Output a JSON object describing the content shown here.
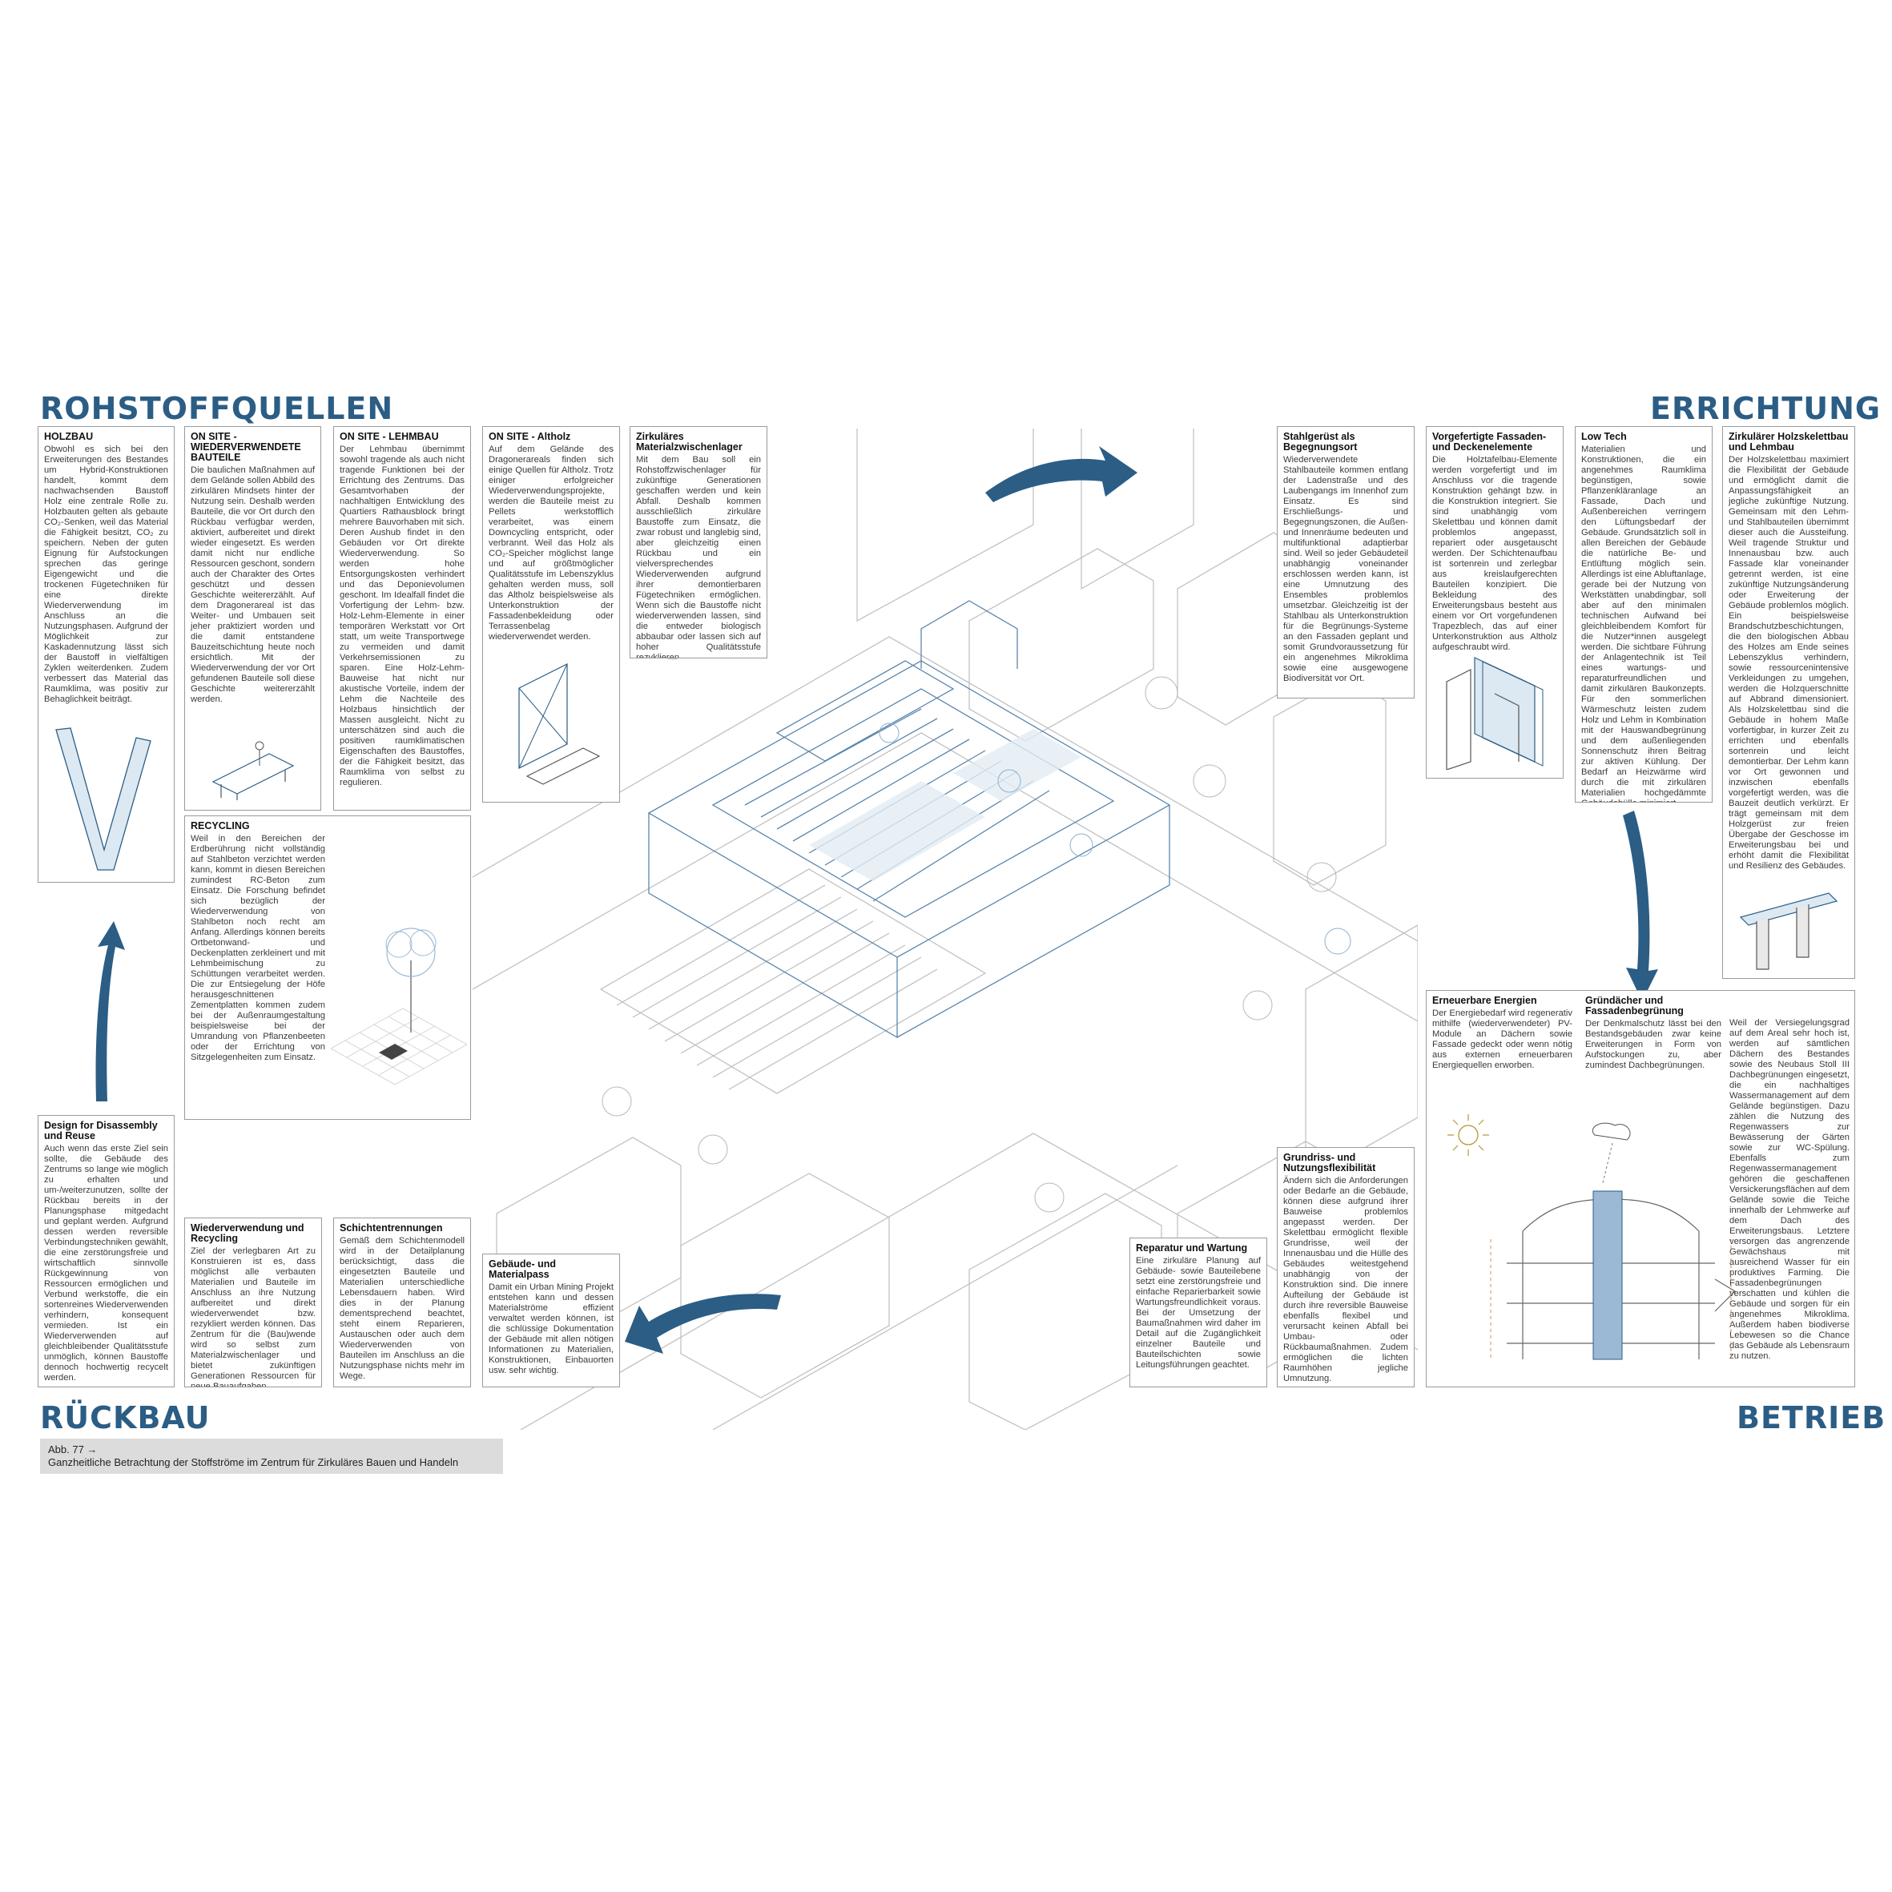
{
  "colors": {
    "accent": "#2b5d85",
    "light_blue": "#9bb9d4",
    "line": "#9a9a9a"
  },
  "headers": {
    "rohstoffquellen": "ROHSTOFFQUELLEN",
    "errichtung": "ERRICHTUNG",
    "rueckbau": "RÜCKBAU",
    "betrieb": "BETRIEB"
  },
  "boxes": {
    "holzbau": {
      "title": "HOLZBAU",
      "text": "Obwohl es sich bei den Erweiterungen des Bestandes um Hybrid-Konstruktionen handelt, kommt dem nachwachsenden Baustoff Holz eine zentrale Rolle zu. Holzbauten gelten als gebaute CO₂-Senken, weil das Material die Fähigkeit besitzt, CO₂ zu speichern. Neben der guten Eignung für Aufstockungen sprechen das geringe Eigengewicht und die trockenen Fügetechniken für eine direkte Wiederverwendung im Anschluss an die Nutzungsphasen. Aufgrund der Möglichkeit zur Kaskadennutzung lässt sich der Baustoff in vielfältigen Zyklen weiterdenken. Zudem verbessert das Material das Raumklima, was positiv zur Behaglichkeit beiträgt."
    },
    "wiederverwendete": {
      "title": "ON SITE - WIEDERVERWENDETE BAUTEILE",
      "text": "Die baulichen Maßnahmen auf dem Gelände sollen Abbild des zirkulären Mindsets hinter der Nutzung sein. Deshalb werden Bauteile, die vor Ort durch den Rückbau verfügbar werden, aktiviert, aufbereitet und direkt wieder eingesetzt. Es werden damit nicht nur endliche Ressourcen geschont, sondern auch der Charakter des Ortes geschützt und dessen Geschichte weitererzählt. Auf dem Dragonerareal ist das Weiter- und Umbauen seit jeher praktiziert worden und die damit entstandene Bauzeitschichtung heute noch ersichtlich. Mit der Wiederverwendung der vor Ort gefundenen Bauteile soll diese Geschichte weitererzählt werden."
    },
    "lehmbau": {
      "title": "ON SITE - LEHMBAU",
      "text": "Der Lehmbau übernimmt sowohl tragende als auch nicht tragende Funktionen bei der Errichtung des Zentrums. Das Gesamtvorhaben der nachhaltigen Entwicklung des Quartiers Rathausblock bringt mehrere Bauvorhaben mit sich. Deren Aushub findet in den Gebäuden vor Ort direkte Wiederverwendung. So werden hohe Entsorgungskosten verhindert und das Deponievolumen geschont. Im Idealfall findet die Vorfertigung der Lehm- bzw. Holz-Lehm-Elemente in einer temporären Werkstatt vor Ort statt, um weite Transportwege zu vermeiden und damit Verkehrsemissionen zu sparen. Eine Holz-Lehm-Bauweise hat nicht nur akustische Vorteile, indem der Lehm die Nachteile des Holzbaus hinsichtlich der Massen ausgleicht. Nicht zu unterschätzen sind auch die positiven raumklimatischen Eigenschaften des Baustoffes, der die Fähigkeit besitzt, das Raumklima von selbst zu regulieren."
    },
    "altholz": {
      "title": "ON SITE - Altholz",
      "text": "Auf dem Gelände des Dragonerareals finden sich einige Quellen für Altholz. Trotz einiger erfolgreicher Wiederverwendungsprojekte, werden die Bauteile meist zu Pellets werkstofflich verarbeitet, was einem Downcycling entspricht, oder verbrannt. Weil das Holz als CO₂-Speicher möglichst lange und auf größtmöglicher Qualitätsstufe im Lebenszyklus gehalten werden muss, soll das Altholz beispielsweise als Unterkonstruktion der Fassadenbekleidung oder Terrassenbelag wiederverwendet werden."
    },
    "materialzwischenlager": {
      "title": "Zirkuläres Materialzwischenlager",
      "text": "Mit dem Bau soll ein Rohstoffzwischenlager für zukünftige Generationen geschaffen werden und kein Abfall. Deshalb kommen ausschließlich zirkuläre Baustoffe zum Einsatz, die zwar robust und langlebig sind, aber gleichzeitig einen Rückbau und ein vielversprechendes Wiederverwenden aufgrund ihrer demontierbaren Fügetechniken ermöglichen. Wenn sich die Baustoffe nicht wiederverwenden lassen, sind die entweder biologisch abbaubar oder lassen sich auf hoher Qualitätsstufe rezyklieren."
    },
    "recycling": {
      "title": "RECYCLING",
      "text": "Weil in den Bereichen der Erdberührung nicht vollständig auf Stahlbeton verzichtet werden kann, kommt in diesen Bereichen zumindest RC-Beton zum Einsatz. Die Forschung befindet sich bezüglich der Wiederverwendung von Stahlbeton noch recht am Anfang. Allerdings können bereits Ortbetonwand- und Deckenplatten zerkleinert und mit Lehmbeimischung zu Schüttungen verarbeitet werden. Die zur Entsiegelung der Höfe herausgeschnittenen Zementplatten kommen zudem bei der Außenraumgestaltung beispielsweise bei der Umrandung von Pflanzenbeeten oder der Errichtung von Sitzgelegenheiten zum Einsatz."
    },
    "stahlgeruest": {
      "title": "Stahlgerüst als Begegnungsort",
      "text": "Wiederverwendete Stahlbauteile kommen entlang der Ladenstraße und des Laubengangs im Innenhof zum Einsatz. Es sind Erschließungs- und Begegnungszonen, die Außen- und Innenräume bedeuten und multifunktional adaptierbar sind. Weil so jeder Gebäudeteil unabhängig voneinander erschlossen werden kann, ist eine Umnutzung des Ensembles problemlos umsetzbar. Gleichzeitig ist der Stahlbau als Unterkonstruktion für die Begrünungs-Systeme an den Fassaden geplant und somit Grundvoraussetzung für ein angenehmes Mikroklima sowie eine ausgewogene Biodiversität vor Ort."
    },
    "vorgefertigte": {
      "title": "Vorgefertigte Fassaden- und Deckenelemente",
      "text": "Die Holztafelbau-Elemente werden vorgefertigt und im Anschluss vor die tragende Konstruktion gehängt bzw. in die Konstruktion integriert. Sie sind unabhängig vom Skelettbau und können damit problemlos angepasst, repariert oder ausgetauscht werden. Der Schichtenaufbau ist sortenrein und zerlegbar aus kreislaufgerechten Bauteilen konzipiert. Die Bekleidung des Erweiterungsbaus besteht aus einem vor Ort vorgefundenen Trapezblech, das auf einer Unterkonstruktion aus Altholz aufgeschraubt wird."
    },
    "lowtech": {
      "title": "Low Tech",
      "text": "Materialien und Konstruktionen, die ein angenehmes Raumklima begünstigen, sowie Pflanzenkläranlage an Fassade, Dach und Außenbereichen verringern den Lüftungsbedarf der Gebäude. Grundsätzlich soll in allen Bereichen der Gebäude die natürliche Be- und Entlüftung möglich sein. Allerdings ist eine Abluftanlage, gerade bei der Nutzung von Werkstätten unabdingbar, soll aber auf den minimalen technischen Aufwand bei gleichbleibendem Komfort für die Nutzer*innen ausgelegt werden. Die sichtbare Führung der Anlagentechnik ist Teil eines wartungs- und reparaturfreundlichen und damit zirkulären Baukonzepts. Für den sommerlichen Wärmeschutz leisten zudem Holz und Lehm in Kombination mit der Hauswandbegrünung und dem außenliegenden Sonnenschutz ihren Beitrag zur aktiven Kühlung. Der Bedarf an Heizwärme wird durch die mit zirkulären Materialien hochgedämmte Gebäudehülle minimiert."
    },
    "holzskelett": {
      "title": "Zirkulärer Holzskelettbau und Lehmbau",
      "text": "Der Holzskelettbau maximiert die Flexibilität der Gebäude und ermöglicht damit die Anpassungsfähigkeit an jegliche zukünftige Nutzung. Gemeinsam mit den Lehm- und Stahlbauteilen übernimmt dieser auch die Aussteifung. Weil tragende Struktur und Innenausbau bzw. auch Fassade klar voneinander getrennt werden, ist eine zukünftige Nutzungsänderung oder Erweiterung der Gebäude problemlos möglich. Ein beispielsweise Brandschutzbeschichtungen, die den biologischen Abbau des Holzes am Ende seines Lebenszyklus verhindern, sowie ressourcenintensive Verkleidungen zu umgehen, werden die Holzquerschnitte auf Abbrand dimensioniert. Als Holzskelettbau sind die Gebäude in hohem Maße vorfertigbar, in kurzer Zeit zu errichten und ebenfalls sortenrein und leicht demontierbar. Der Lehm kann vor Ort gewonnen und inzwischen ebenfalls vorgefertigt werden, was die Bauzeit deutlich verkürzt. Er trägt gemeinsam mit dem Holzgerüst zur freien Übergabe der Geschosse im Erweiterungsbau bei und erhöht damit die Flexibilität und Resilienz des Gebäudes."
    },
    "disassembly": {
      "title": "Design for Disassembly und Reuse",
      "text": "Auch wenn das erste Ziel sein sollte, die Gebäude des Zentrums so lange wie möglich zu erhalten und um-/weiterzunutzen, sollte der Rückbau bereits in der Planungsphase mitgedacht und geplant werden. Aufgrund dessen werden reversible Verbindungstechniken gewählt, die eine zerstörungsfreie und wirtschaftlich sinnvolle Rückgewinnung von Ressourcen ermöglichen und Verbund werkstoffe, die ein sortenreines Wiederverwenden verhindern, konsequent vermieden. Ist ein Wiederverwenden auf gleichbleibender Qualitätsstufe unmöglich, können Baustoffe dennoch hochwertig recycelt werden."
    },
    "wiederverwendung": {
      "title": "Wiederverwendung und Recycling",
      "text": "Ziel der verlegbaren Art zu Konstruieren ist es, dass möglichst alle verbauten Materialien und Bauteile im Anschluss an ihre Nutzung aufbereitet und direkt wiederverwendet bzw. rezykliert werden können. Das Zentrum für die (Bau)wende wird so selbst zum Materialzwischenlager und bietet zukünftigen Generationen Ressourcen für neue Bauaufgaben."
    },
    "schichten": {
      "title": "Schichtentrennungen",
      "text": "Gemäß dem Schichtenmodell wird in der Detailplanung berücksichtigt, dass die eingesetzten Bauteile und Materialien unterschiedliche Lebensdauern haben. Wird dies in der Planung dementsprechend beachtet, steht einem Reparieren, Austauschen oder auch dem Wiederverwenden von Bauteilen im Anschluss an die Nutzungsphase nichts mehr im Wege."
    },
    "materialpass": {
      "title": "Gebäude- und Materialpass",
      "text": "Damit ein Urban Mining Projekt entstehen kann und dessen Materialströme effizient verwaltet werden können, ist die schlüssige Dokumentation der Gebäude mit allen nötigen Informationen zu Materialien, Konstruktionen, Einbauorten usw. sehr wichtig."
    },
    "reparatur": {
      "title": "Reparatur und Wartung",
      "text": "Eine zirkuläre Planung auf Gebäude- sowie Bauteilebene setzt eine zerstörungsfreie und einfache Reparierbarkeit sowie Wartungsfreundlichkeit voraus. Bei der Umsetzung der Baumaßnahmen wird daher im Detail auf die Zugänglichkeit einzelner Bauteile und Bauteilschichten sowie Leitungsführungen geachtet."
    },
    "grundriss": {
      "title": "Grundriss- und Nutzungsflexibilität",
      "text": "Ändern sich die Anforderungen oder Bedarfe an die Gebäude, können diese aufgrund ihrer Bauweise problemlos angepasst werden. Der Skelettbau ermöglicht flexible Grundrisse, weil der Innenausbau und die Hülle des Gebäudes weitestgehend unabhängig von der Konstruktion sind. Die innere Aufteilung der Gebäude ist durch ihre reversible Bauweise ebenfalls flexibel und verursacht keinen Abfall bei Umbau- oder Rückbaumaßnahmen. Zudem ermöglichen die lichten Raumhöhen jegliche Umnutzung."
    },
    "energien": {
      "title": "Erneuerbare Energien",
      "text": "Der Energiebedarf wird regenerativ mithilfe (wiederverwendeter) PV-Module an Dächern sowie Fassade gedeckt oder wenn nötig aus externen erneuerbaren Energiequellen erworben."
    },
    "gruendaecher": {
      "title": "Gründächer und Fassadenbegrünung",
      "text": "Der Denkmalschutz lässt bei den Bestandsgebäuden zwar keine Erweiterungen in Form von Aufstockungen zu, aber zumindest Dachbegrünungen."
    },
    "wasser": {
      "text": "Weil der Versiegelungsgrad auf dem Areal sehr hoch ist, werden auf sämtlichen Dächern des Bestandes sowie des Neubaus Stoll III Dachbegrünungen eingesetzt, die ein nachhaltiges Wassermanagement auf dem Gelände begünstigen. Dazu zählen die Nutzung des Regenwassers zur Bewässerung der Gärten sowie zur WC-Spülung. Ebenfalls zum Regenwassermanagement gehören die geschaffenen Versickerungsflächen auf dem Gelände sowie die Teiche innerhalb der Lehmwerke auf dem Dach des Erweiterungsbaus. Letztere versorgen das angrenzende Gewächshaus mit ausreichend Wasser für ein produktives Farming. Die Fassadenbegrünungen verschatten und kühlen die Gebäude und sorgen für ein angenehmes Mikroklima. Außerdem haben biodiverse Lebewesen so die Chance das Gebäude als Lebensraum zu nutzen."
    }
  },
  "caption": {
    "line1": "Abb. 77 →",
    "line2": "Ganzheitliche Betrachtung der Stoffströme im Zentrum für Zirkuläres Bauen und Handeln"
  }
}
